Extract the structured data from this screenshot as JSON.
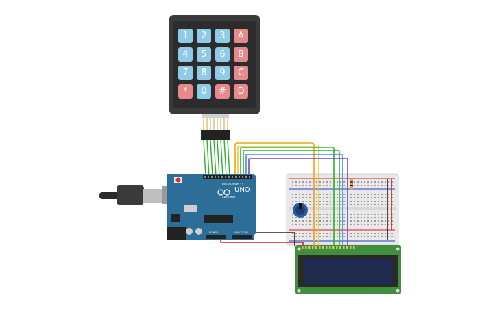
{
  "colors": {
    "keypad_body": "#3a3a3a",
    "key_blue": "#8ecbe6",
    "key_red": "#e78a8e",
    "arduino": "#2d6e99",
    "breadboard": "#e8e8e8",
    "lcd_pcb": "#3f8f3f",
    "lcd_screen": "#1e2d4f",
    "wire_orange": "#f0a020",
    "wire_yellow": "#e8d020",
    "wire_green": "#30b030",
    "wire_blue": "#3090e0",
    "wire_purple": "#8040c0",
    "wire_red": "#d02020",
    "wire_black": "#222222"
  },
  "keypad": {
    "keys": [
      [
        "1",
        "2",
        "3",
        "A"
      ],
      [
        "4",
        "5",
        "6",
        "B"
      ],
      [
        "7",
        "8",
        "9",
        "C"
      ],
      [
        "*",
        "0",
        "#",
        "D"
      ]
    ]
  },
  "arduino": {
    "brand": "UNO",
    "maker": "ARDUINO",
    "header_top": "DIGITAL (PWM ~)",
    "header_power": "POWER",
    "header_analog": "ANALOG IN"
  },
  "components": {
    "usb_cable": "usb-cable-icon",
    "potentiometer": "potentiometer-icon",
    "resistor": "resistor-icon"
  }
}
